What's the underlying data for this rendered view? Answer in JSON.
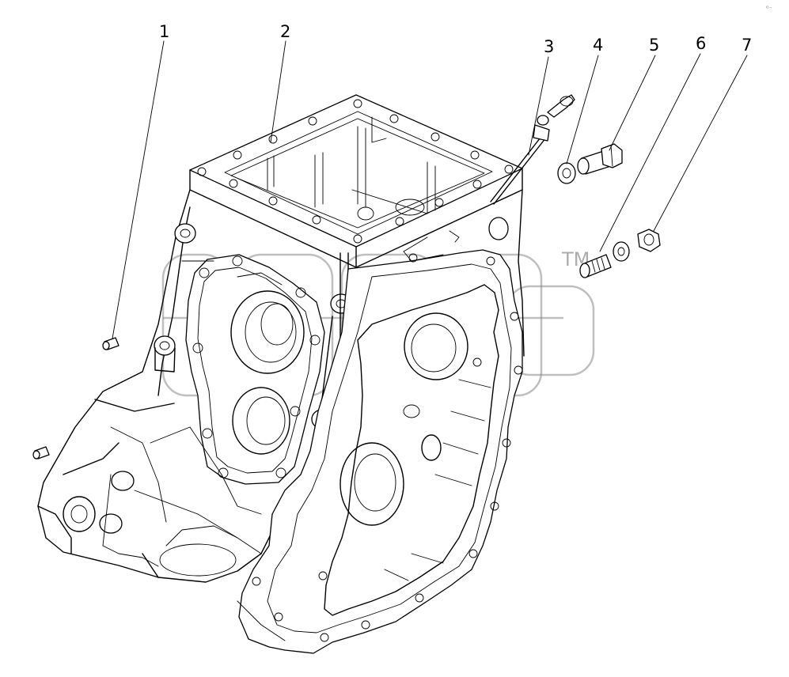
{
  "callouts": [
    {
      "number": "1"
    },
    {
      "number": "2"
    },
    {
      "number": "3"
    },
    {
      "number": "4"
    },
    {
      "number": "5"
    },
    {
      "number": "6"
    },
    {
      "number": "7"
    }
  ],
  "watermark": {
    "trademark": "TM"
  },
  "corner_mark": "⁰⁻"
}
